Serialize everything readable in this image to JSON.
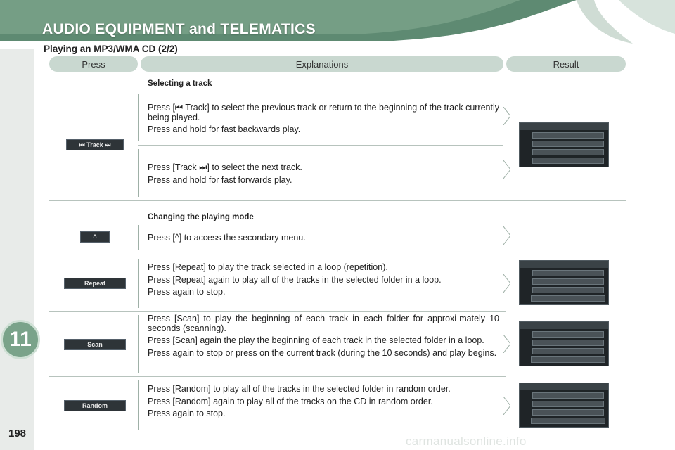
{
  "header": {
    "title": "AUDIO EQUIPMENT and TELEMATICS",
    "subtitle": "Playing an MP3/WMA CD (2/2)"
  },
  "columns": {
    "press": "Press",
    "explanations": "Explanations",
    "result": "Result"
  },
  "section_track": {
    "title": "Selecting a track",
    "button_label": "⏮ Track ⏭",
    "prev": [
      "Press [⏮ Track] to select the previous track or return to the beginning of the track currently being played.",
      "Press and hold for fast backwards play."
    ],
    "next": [
      "Press [Track ⏭] to select the next track.",
      "Press and hold for fast forwards play."
    ]
  },
  "section_mode": {
    "title": "Changing the playing mode",
    "up_button": "^",
    "up_text": "Press [^] to access the secondary menu.",
    "repeat_button": "Repeat",
    "repeat": [
      "Press [Repeat] to play the track selected in a loop (repetition).",
      "Press [Repeat] again to play all of the tracks in the selected folder in a loop.",
      "Press again to stop."
    ],
    "scan_button": "Scan",
    "scan": [
      "Press [Scan] to play the beginning of each track in each folder for approxi-mately 10 seconds (scanning).",
      "Press [Scan] again the play the beginning of each track in the selected folder in a loop.",
      "Press again to stop or press on the current track (during the 10 seconds) and play begins."
    ],
    "random_button": "Random",
    "random": [
      "Press [Random] to play all of the tracks in the selected folder in random order.",
      "Press [Random] again to play all of the tracks on the CD in random order.",
      "Press again to stop."
    ]
  },
  "chapter_tab": "11",
  "page_number": "198",
  "watermark": "carmanualsonline.info",
  "colors": {
    "accent": "#7aa38a",
    "header_bg": "#c9d8d0"
  }
}
